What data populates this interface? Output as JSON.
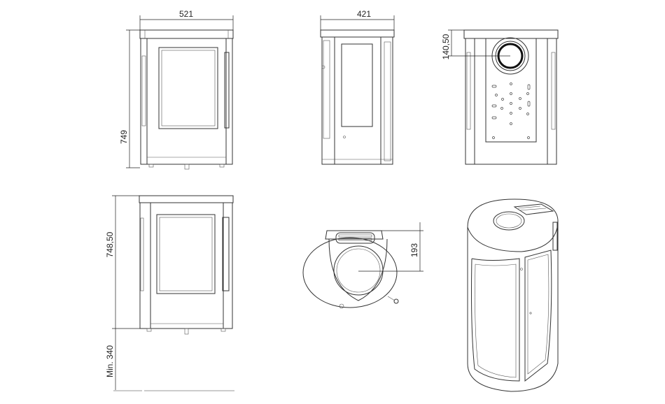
{
  "dimensions": {
    "front_width": "521",
    "side_depth": "421",
    "flue_height_back": "140,50",
    "front_height": "749",
    "front_height_lower": "748,50",
    "min_clearance": "Min. 340",
    "top_flue_offset": "193"
  }
}
